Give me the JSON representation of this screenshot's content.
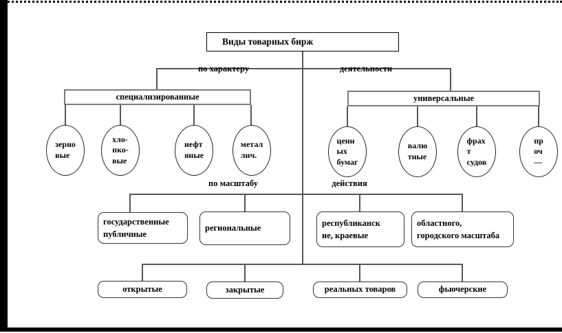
{
  "diagram": {
    "title": "Виды товарных бирж",
    "branch1": {
      "label_left": "по характеру",
      "label_right": "деятельности"
    },
    "branch2": {
      "label_left": "по масштабу",
      "label_right": "действия"
    },
    "groups": [
      {
        "label": "специализированные",
        "items": [
          [
            "зерно",
            "вые"
          ],
          [
            "хло-",
            "пко-",
            "вые"
          ],
          [
            "нефт",
            "яные"
          ],
          [
            "метал",
            "лич."
          ]
        ]
      },
      {
        "label": "универсальные",
        "items": [
          [
            "ценн",
            "ых",
            "бумаг"
          ],
          [
            "валю",
            "тные"
          ],
          [
            "фрах",
            "т",
            "судов"
          ],
          [
            "пр",
            "оч",
            "––"
          ]
        ]
      }
    ],
    "scale_boxes": [
      [
        "государственные",
        "публичные"
      ],
      [
        "региональные"
      ],
      [
        "республиканск",
        "ие, краевые"
      ],
      [
        "областного,",
        "городского масштаба"
      ]
    ],
    "bottom_boxes": [
      "открытые",
      "закрытые",
      "реальных товаров",
      "фьючерские"
    ]
  },
  "colors": {
    "line_gray": "#555555",
    "frame_black": "#000000",
    "background": "#ffffff"
  }
}
